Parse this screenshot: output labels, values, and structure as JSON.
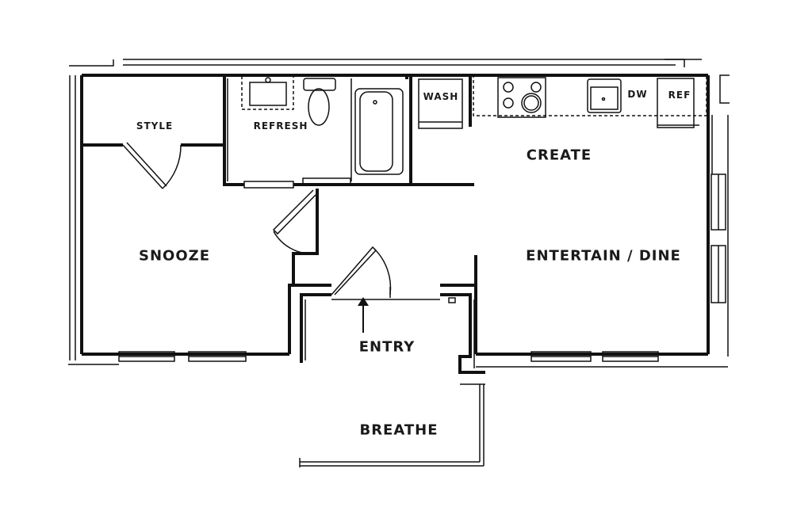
{
  "rooms": {
    "style": "STYLE",
    "refresh": "REFRESH",
    "wash": "WASH",
    "dw": "DW",
    "ref": "REF",
    "create": "CREATE",
    "snooze": "SNOOZE",
    "entertain_dine": "ENTERTAIN / DINE",
    "entry": "ENTRY",
    "breathe": "BREATHE"
  },
  "colors": {
    "wall": "#111111",
    "background": "#ffffff"
  }
}
